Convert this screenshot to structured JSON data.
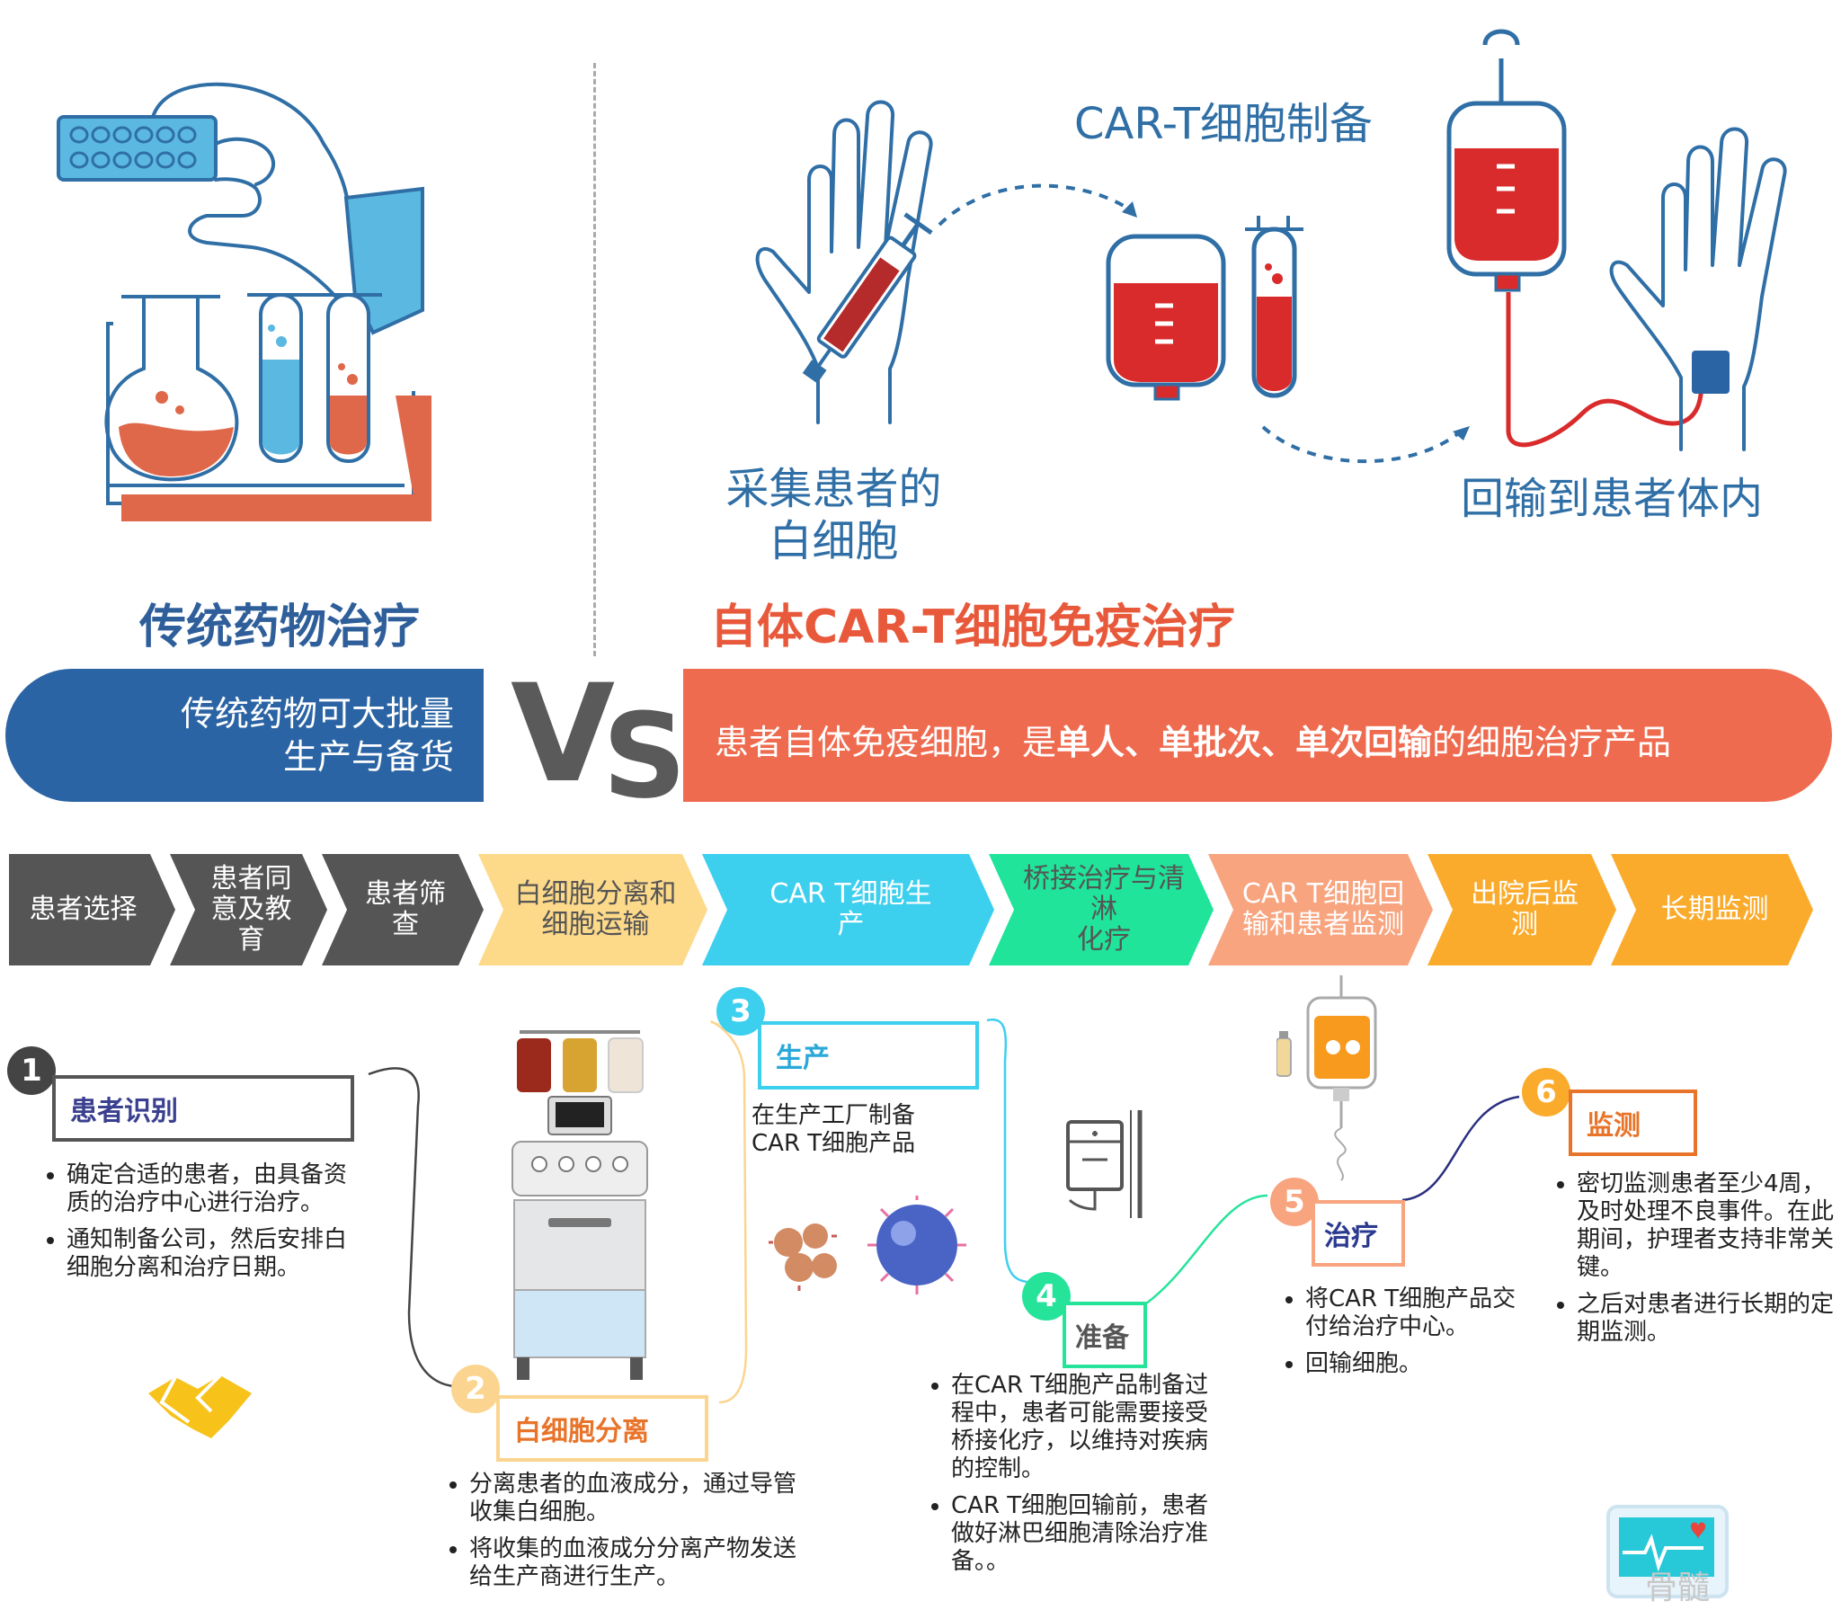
{
  "headers": {
    "left": "传统药物治疗",
    "right": "自体CAR-T细胞免疫治疗"
  },
  "illustration_labels": {
    "cart_prep": "CAR-T细胞制备",
    "collect_line1": "采集患者的",
    "collect_line2": "白细胞",
    "infuse": "回输到患者体内"
  },
  "comparison": {
    "left_line1": "传统药物可大批量",
    "left_line2": "生产与备货",
    "vs_v": "V",
    "vs_s": "S",
    "right_pre": "患者自体免疫细胞，是",
    "right_bold": "单人、单批次、单次回输",
    "right_post": "的细胞治疗产品"
  },
  "process_bar": [
    {
      "line1": "患者选择",
      "line2": "",
      "color": "#555555",
      "text_color": "#ffffff"
    },
    {
      "line1": "患者同",
      "line2": "意及教育",
      "color": "#555555",
      "text_color": "#ffffff"
    },
    {
      "line1": "患者筛查",
      "line2": "",
      "color": "#555555",
      "text_color": "#ffffff"
    },
    {
      "line1": "白细胞分离和",
      "line2": "细胞运输",
      "color": "#fdd98a",
      "text_color": "#555555"
    },
    {
      "line1": "CAR T细胞生",
      "line2": "产",
      "color": "#3dcfee",
      "text_color": "#ffffff"
    },
    {
      "line1": "桥接治疗与清淋",
      "line2": "化疗",
      "color": "#1fe49a",
      "text_color": "#555555"
    },
    {
      "line1": "CAR T细胞回",
      "line2": "输和患者监测",
      "color": "#f7a47f",
      "text_color": "#ffffff"
    },
    {
      "line1": "出院后监测",
      "line2": "",
      "color": "#fbab2c",
      "text_color": "#ffffff"
    },
    {
      "line1": "长期监测",
      "line2": "",
      "color": "#fbab2c",
      "text_color": "#ffffff"
    }
  ],
  "steps": [
    {
      "num": "1",
      "title": "患者识别",
      "color": "#444444",
      "title_color": "#3a3f8f",
      "bullets": [
        "确定合适的患者，由具备资质的治疗中心进行治疗。",
        "通知制备公司，然后安排白细胞分离和治疗日期。"
      ]
    },
    {
      "num": "2",
      "title": "白细胞分离",
      "color": "#fbd590",
      "title_color": "#e8742a",
      "bullets": [
        "分离患者的血液成分，通过导管收集白细胞。",
        "将收集的血液成分分离产物发送给生产商进行生产。"
      ]
    },
    {
      "num": "3",
      "title": "生产",
      "color": "#3dcfee",
      "title_color": "#29a8d9",
      "text_line1": "在生产工厂制备",
      "text_line2": "CAR T细胞产品"
    },
    {
      "num": "4",
      "title": "准备",
      "color": "#26e39a",
      "title_color": "#555555",
      "bullets": [
        "在CAR T细胞产品制备过程中，患者可能需要接受桥接化疗，以维持对疾病的控制。",
        "CAR T细胞回输前，患者做好淋巴细胞清除治疗准备。。"
      ]
    },
    {
      "num": "5",
      "title": "治疗",
      "color": "#f7a47f",
      "title_color": "#2b3a8f",
      "bullets": [
        "将CAR T细胞产品交付给治疗中心。",
        "回输细胞。"
      ]
    },
    {
      "num": "6",
      "title": "监测",
      "color": "#fbab2c",
      "title_color": "#e8742a",
      "bullets": [
        "密切监测患者至少4周，及时处理不良事件。在此期间，护理者支持非常关键。",
        "之后对患者进行长期的定期监测。"
      ]
    }
  ],
  "watermark": "骨髓"
}
